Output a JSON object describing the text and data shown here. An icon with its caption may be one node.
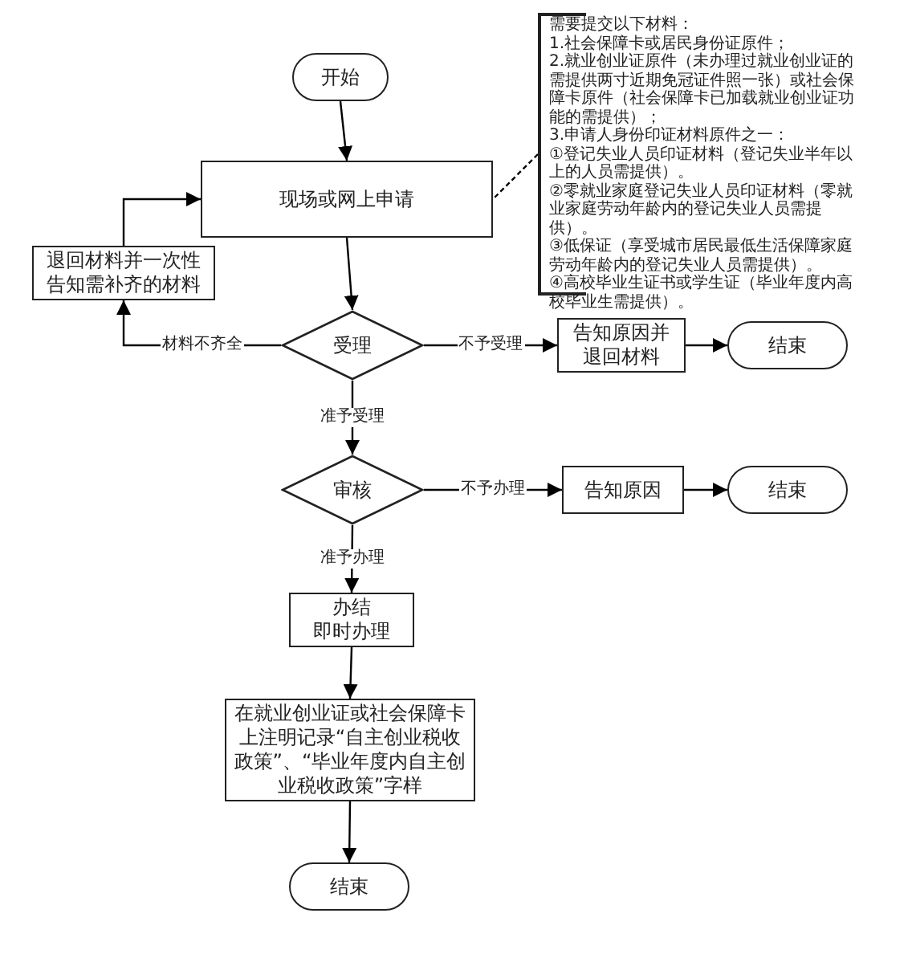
{
  "diagram": {
    "nodes": [
      {
        "text": [
          "开始"
        ]
      },
      {
        "text": [
          "现场或网上申请"
        ]
      },
      {
        "text": [
          "需要提交以下材料：",
          "1.社会保障卡或居民身份证原件；",
          "2.就业创业证原件（未办理过就业创业证的需提供两寸近期免冠证件照一张）或社会保障卡原件（社会保障卡已加载就业创业证功能的需提供）；",
          "3.申请人身份印证材料原件之一：",
          "①登记失业人员印证材料（登记失业半年以上的人员需提供）。",
          "②零就业家庭登记失业人员印证材料（零就业家庭劳动年龄内的登记失业人员需提供）。",
          "③低保证（享受城市居民最低生活保障家庭劳动年龄内的登记失业人员需提供）。",
          "④高校毕业生证书或学生证（毕业年度内高校毕业生需提供）。"
        ]
      },
      {
        "text": [
          "退回材料并一次性告知需补齐的材料"
        ]
      },
      {
        "text": [
          "受理"
        ]
      },
      {
        "text": [
          "告知原因并退回材料"
        ]
      },
      {
        "text": [
          "结束"
        ]
      },
      {
        "text": [
          "审核"
        ]
      },
      {
        "text": [
          "告知原因"
        ]
      },
      {
        "text": [
          "结束"
        ]
      },
      {
        "text": [
          "办结",
          "即时办理"
        ]
      },
      {
        "text": [
          "在就业创业证或社会保障卡上注明记录“自主创业税收政策”、“毕业年度内自主创业税收政策”字样"
        ]
      },
      {
        "text": [
          "结束"
        ]
      }
    ],
    "edges": [
      {
        "from": 0,
        "to": 1,
        "arrow": "to"
      },
      {
        "from": 1,
        "to": 4,
        "arrow": "to"
      },
      {
        "from": 4,
        "to": 3,
        "arrow": "to",
        "label": "材料不齐全"
      },
      {
        "from": 3,
        "to": 1,
        "arrow": "to"
      },
      {
        "from": 4,
        "to": 5,
        "arrow": "to",
        "label": "不予受理"
      },
      {
        "from": 5,
        "to": 6,
        "arrow": "to"
      },
      {
        "from": 4,
        "to": 7,
        "arrow": "to",
        "label": "准予受理"
      },
      {
        "from": 7,
        "to": 8,
        "arrow": "to",
        "label": "不予办理"
      },
      {
        "from": 8,
        "to": 9,
        "arrow": "to"
      },
      {
        "from": 7,
        "to": 10,
        "arrow": "to",
        "label": "准予办理"
      },
      {
        "from": 10,
        "to": 11,
        "arrow": "to"
      },
      {
        "from": 11,
        "to": 12,
        "arrow": "to"
      },
      {
        "from": 2,
        "to": 1,
        "arrow": "none",
        "style": "dashed"
      }
    ]
  }
}
